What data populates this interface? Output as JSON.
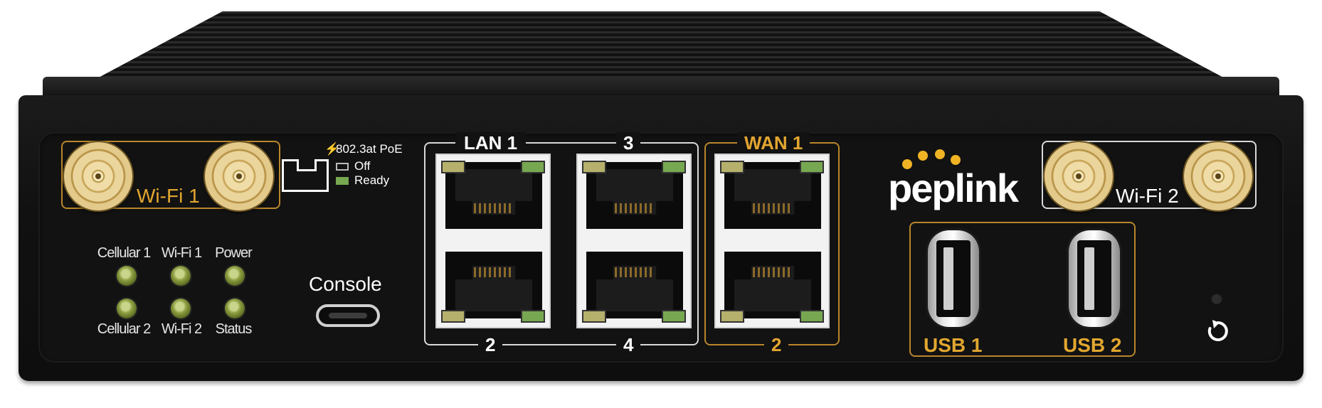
{
  "device": {
    "brand": "peplink",
    "colors": {
      "accent_gold": "#e2a630",
      "chassis": "#121212",
      "led_green": "#8ea043",
      "port_led_green": "#77a851",
      "port_led_amber": "#b5b06b"
    }
  },
  "wifi1": {
    "label": "Wi-Fi 1"
  },
  "wifi2": {
    "label": "Wi-Fi 2"
  },
  "poe": {
    "title": "802.3at PoE",
    "off": "Off",
    "ready": "Ready"
  },
  "leds": {
    "cellular1": "Cellular 1",
    "wifi1": "Wi-Fi 1",
    "power": "Power",
    "cellular2": "Cellular 2",
    "wifi2": "Wi-Fi 2",
    "status": "Status"
  },
  "console": {
    "label": "Console"
  },
  "lan": {
    "label1": "LAN 1",
    "label2": "2",
    "label3": "3",
    "label4": "4"
  },
  "wan": {
    "label1": "WAN 1",
    "label2": "2"
  },
  "usb": {
    "label1": "USB 1",
    "label2": "USB 2"
  },
  "icons": [
    "antenna-connector-icon",
    "poe-port-icon",
    "usb-c-icon",
    "rj45-port-icon",
    "usb-a-icon",
    "reset-icon"
  ]
}
